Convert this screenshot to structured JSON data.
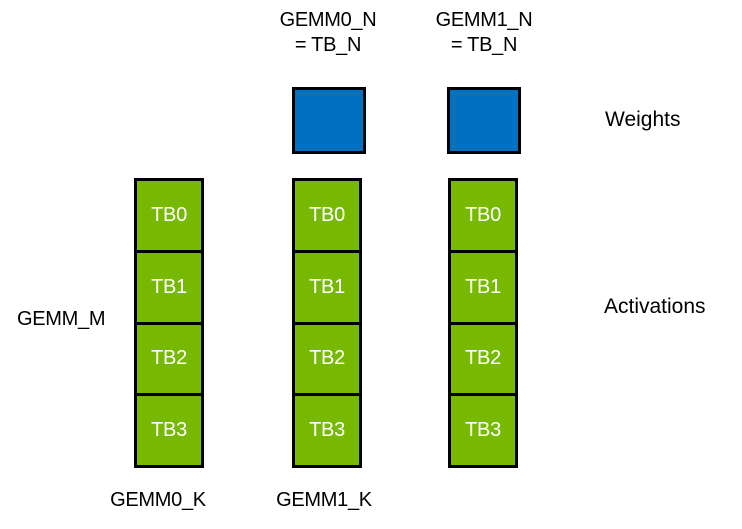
{
  "diagram": {
    "colors": {
      "background": "#FFFFFF",
      "border": "#000000",
      "weights_fill": "#0070C0",
      "activations_fill": "#76B900",
      "cell_text": "#FFFFFF",
      "label_text": "#000000"
    },
    "top_labels": [
      {
        "line1": "GEMM0_N",
        "line2": "= TB_N"
      },
      {
        "line1": "GEMM1_N",
        "line2": "= TB_N"
      }
    ],
    "right_labels": {
      "weights": "Weights",
      "activations": "Activations"
    },
    "left_label": "GEMM_M",
    "bottom_labels": [
      "GEMM0_K",
      "GEMM1_K"
    ],
    "activation_columns": [
      {
        "cells": [
          "TB0",
          "TB1",
          "TB2",
          "TB3"
        ]
      },
      {
        "cells": [
          "TB0",
          "TB1",
          "TB2",
          "TB3"
        ]
      },
      {
        "cells": [
          "TB0",
          "TB1",
          "TB2",
          "TB3"
        ]
      }
    ]
  }
}
